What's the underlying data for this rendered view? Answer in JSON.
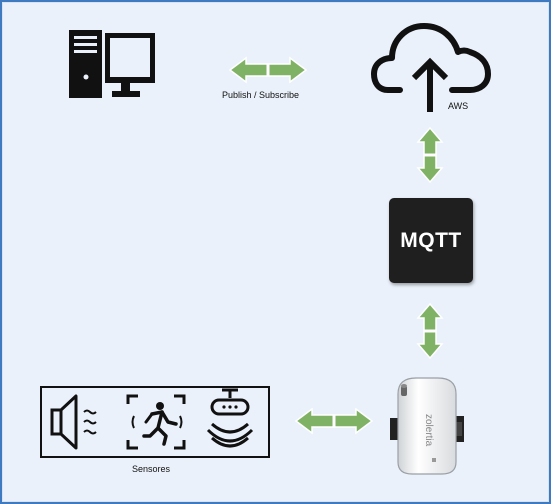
{
  "labels": {
    "publish_subscribe": "Publish / Subscribe",
    "aws": "AWS",
    "mqtt": "MQTT",
    "sensores": "Sensores",
    "device_brand": "zolertia"
  },
  "colors": {
    "arrow_fill": "#80b266",
    "arrow_stroke": "#ffffff",
    "background": "#eaf1fa",
    "border": "#3f7ac0",
    "icon": "#111111",
    "mqtt_bg": "#1f1f1f"
  },
  "icons": {
    "computer": "desktop-computer-icon",
    "cloud": "cloud-upload-icon",
    "speaker": "speaker-sound-icon",
    "motion": "motion-detector-icon",
    "proximity": "proximity-sensor-icon",
    "device": "zolertia-device"
  }
}
